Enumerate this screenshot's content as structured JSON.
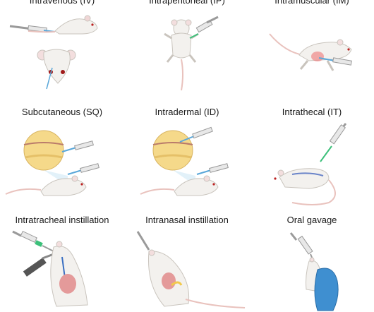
{
  "routes": [
    {
      "label": "Intravenous (IV)"
    },
    {
      "label": "Intraperitoneal (IP)"
    },
    {
      "label": "Intramuscular (IM)"
    },
    {
      "label": "Subcutaneous (SQ)"
    },
    {
      "label": "Intradermal (ID)"
    },
    {
      "label": "Intrathecal (IT)"
    },
    {
      "label": "Intratracheal instillation"
    },
    {
      "label": "Intranasal instillation"
    },
    {
      "label": "Oral gavage"
    }
  ],
  "colors": {
    "fur": "#f3f1ee",
    "fur_outline": "#c9c4bd",
    "tail": "#e9c2bd",
    "syringe_plunger": "#bdbdbd",
    "needle_green": "#3cc07a",
    "needle_blue": "#5aa7d9",
    "skin_yellow": "#f5d98a",
    "glove_blue": "#3f8fd0"
  }
}
